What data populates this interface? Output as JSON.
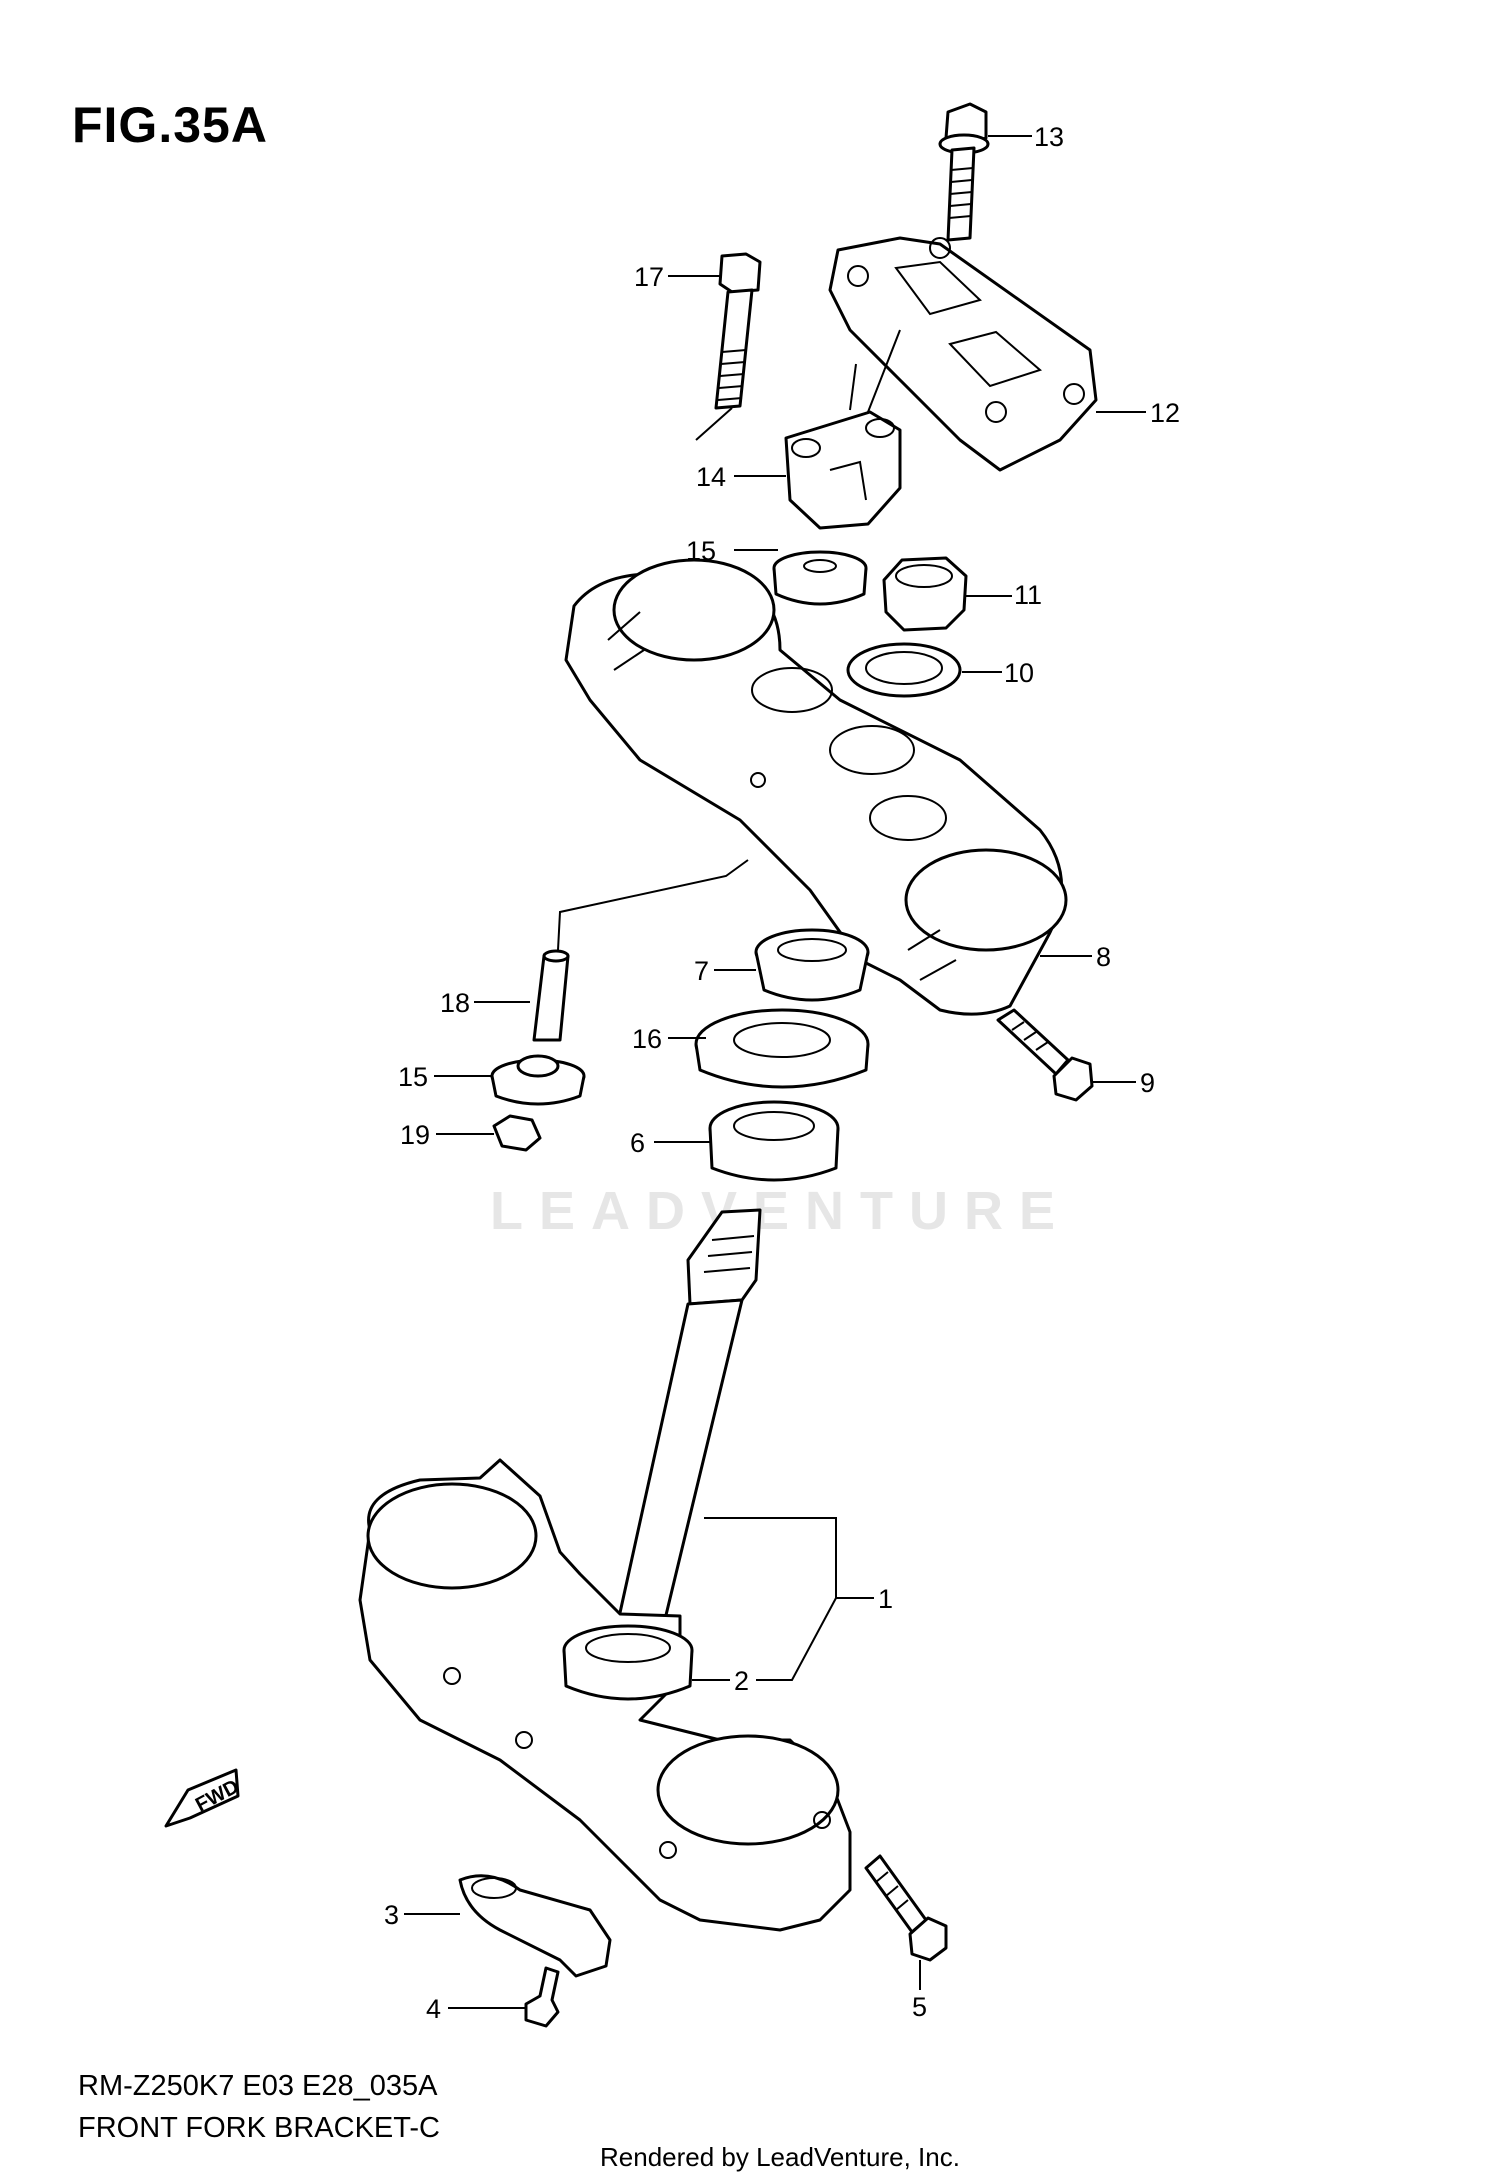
{
  "figure_title": "FIG.35A",
  "footer": {
    "code": "RM-Z250K7 E03 E28_035A",
    "name": "FRONT FORK BRACKET-C",
    "rendered_by": "Rendered by LeadVenture, Inc."
  },
  "watermark": "LEADVENTURE",
  "fwd_label": "FWD",
  "callouts": [
    {
      "id": "c1",
      "label": "1"
    },
    {
      "id": "c2",
      "label": "2"
    },
    {
      "id": "c3",
      "label": "3"
    },
    {
      "id": "c4",
      "label": "4"
    },
    {
      "id": "c5",
      "label": "5"
    },
    {
      "id": "c6",
      "label": "6"
    },
    {
      "id": "c7",
      "label": "7"
    },
    {
      "id": "c8",
      "label": "8"
    },
    {
      "id": "c9",
      "label": "9"
    },
    {
      "id": "c10",
      "label": "10"
    },
    {
      "id": "c11",
      "label": "11"
    },
    {
      "id": "c12",
      "label": "12"
    },
    {
      "id": "c13",
      "label": "13"
    },
    {
      "id": "c14",
      "label": "14"
    },
    {
      "id": "c15a",
      "label": "15"
    },
    {
      "id": "c15b",
      "label": "15"
    },
    {
      "id": "c16",
      "label": "16"
    },
    {
      "id": "c17",
      "label": "17"
    },
    {
      "id": "c18",
      "label": "18"
    },
    {
      "id": "c19",
      "label": "19"
    }
  ]
}
